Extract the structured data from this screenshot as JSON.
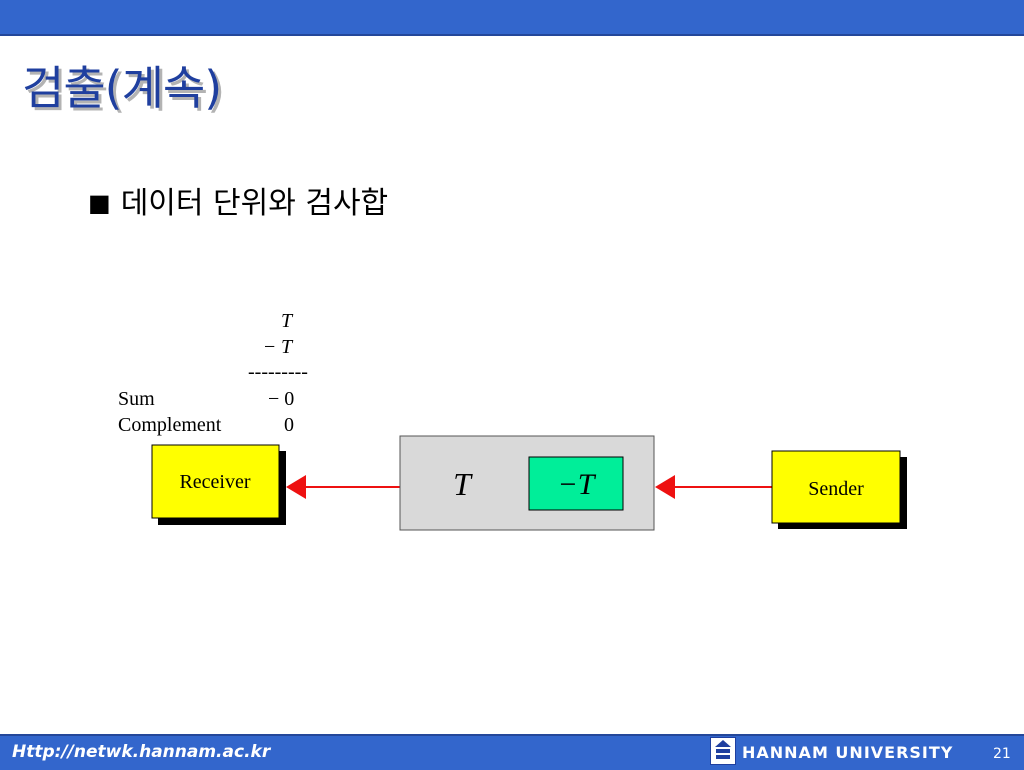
{
  "slide": {
    "title": "검출(계속)",
    "bullet": "데이터 단위와 검사합",
    "bullet_mark": "■"
  },
  "diagram": {
    "calc": {
      "line1": "T",
      "line2_sign": "−",
      "line2": "T",
      "separator": "---------",
      "sum_label": "Sum",
      "sum_value": "− 0",
      "complement_label": "Complement",
      "complement_value": "0"
    },
    "receiver_label": "Receiver",
    "sender_label": "Sender",
    "data_unit_label": "T",
    "checksum_label": "−T",
    "colors": {
      "node_fill": "#ffff00",
      "checksum_fill": "#00ee99",
      "packet_fill": "#d9d9d9",
      "arrow": "#ee1111"
    }
  },
  "footer": {
    "url": "Http://netwk.hannam.ac.kr",
    "university": "HANNAM  UNIVERSITY",
    "page_number": "21"
  }
}
